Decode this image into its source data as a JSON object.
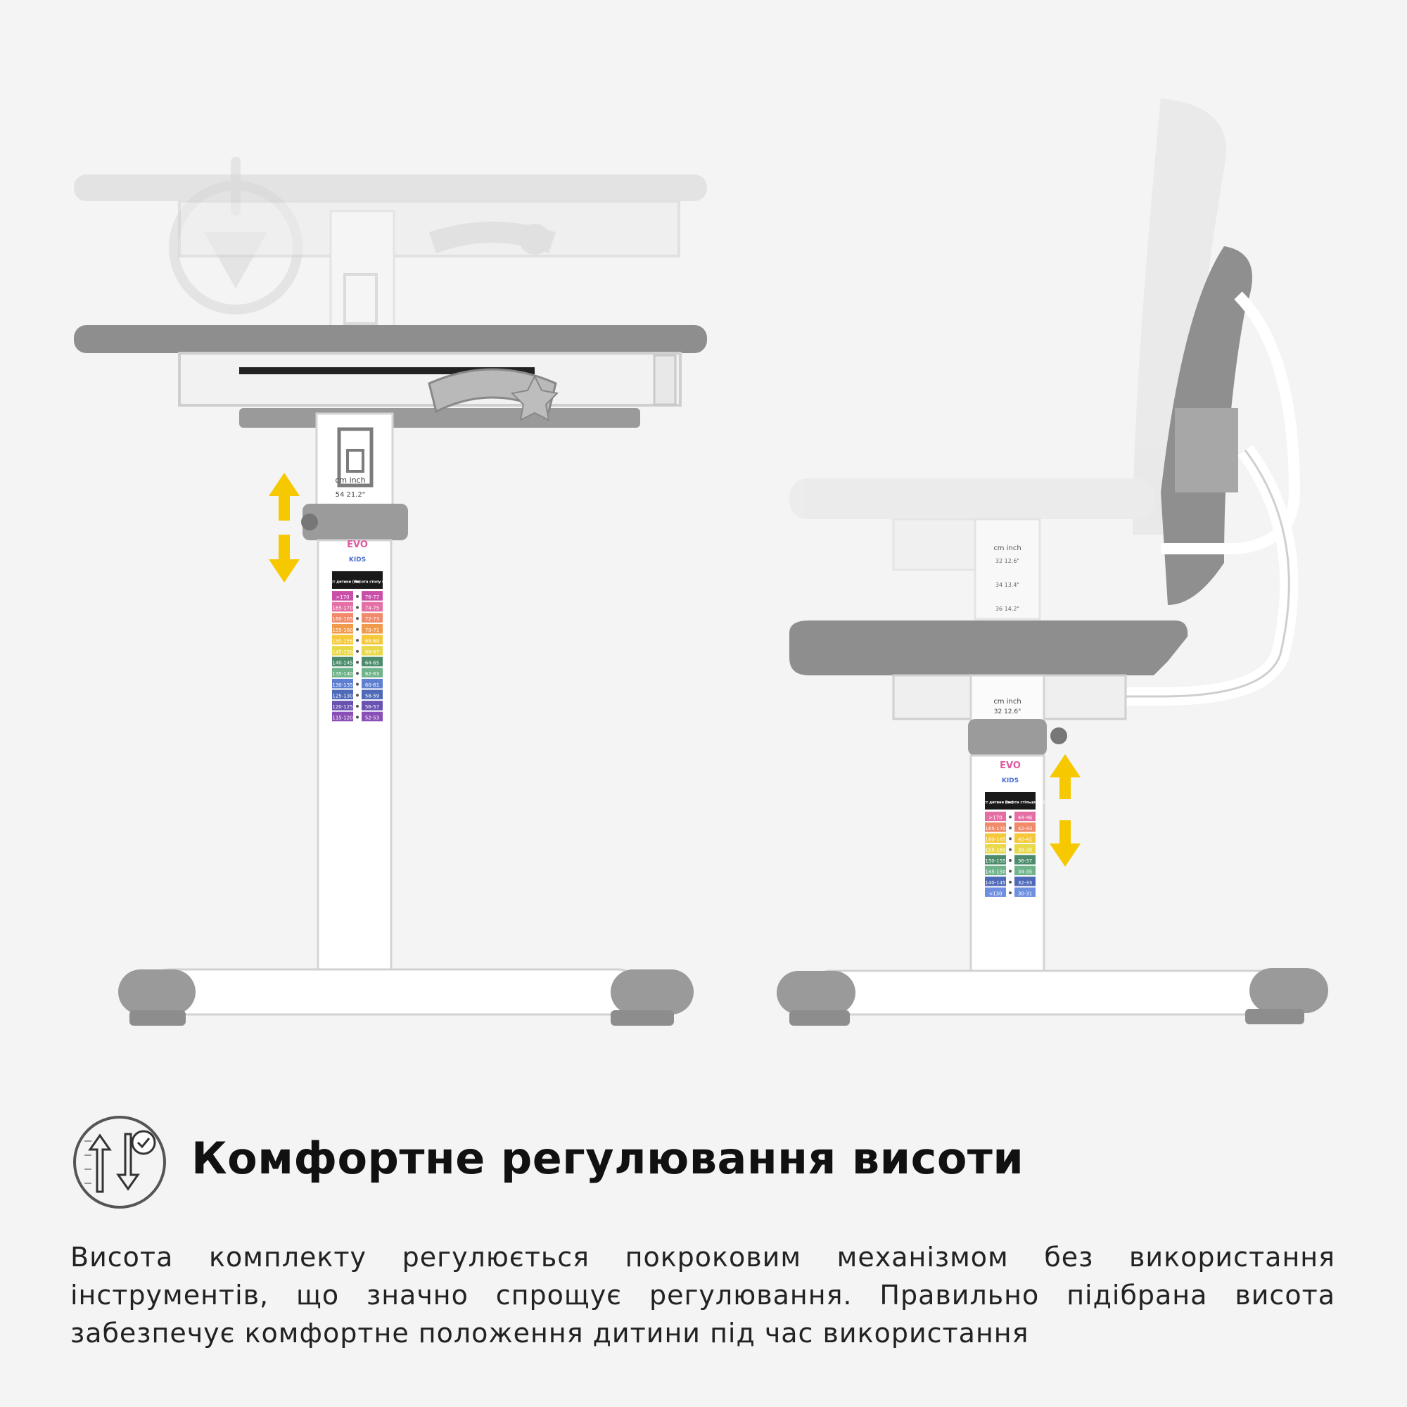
{
  "heading": "Комфортне регулювання висоти",
  "description": "Висота комплекту регулюється покроковим механізмом без використання інструментів, що значно спрощує регулювання. Правильно підібрана висота забезпечує комфортне положення дитини під час використання",
  "icons": {
    "heading": "height-adjust-icon",
    "watermark": "watermark-down-arrow-icon",
    "arrows": "up-down-arrows-icon"
  },
  "colors": {
    "background": "#f4f4f4",
    "accent": "#f6c800",
    "plastic": "#8e8e8e",
    "plastic_light": "#d8d8d8",
    "metal": "#ffffff"
  },
  "desk": {
    "logo": {
      "top": "EVO",
      "bottom": "KIDS"
    },
    "scale_header": {
      "cm": "cm",
      "inch": "inch",
      "value_cm": "54",
      "value_inch": "21.2\""
    },
    "chart_headers": {
      "left": "Зріст дитини (см)",
      "right": "Висота столу (см)"
    },
    "left_ranges": [
      ">170",
      "165-170",
      "160-165",
      "155-160",
      "150-155",
      "145-150",
      "140-145",
      "135-140",
      "130-135",
      "125-130",
      "120-125",
      "115-120"
    ],
    "right_ranges": [
      "76-77",
      "74-75",
      "72-73",
      "70-71",
      "68-69",
      "66-67",
      "64-65",
      "62-63",
      "60-61",
      "58-59",
      "56-57",
      "52-53"
    ],
    "colors": [
      "#c94fa8",
      "#e46fa5",
      "#f08a6a",
      "#f29a4c",
      "#f5c83a",
      "#e9d84a",
      "#4c8c6c",
      "#6fb38a",
      "#5f7fd1",
      "#4f69b9",
      "#6a52b0",
      "#8a4fb6"
    ]
  },
  "chair": {
    "logo": {
      "top": "EVO",
      "bottom": "KIDS"
    },
    "scale_upper": {
      "cm": "cm",
      "inch": "inch",
      "rows": [
        [
          "32",
          "12.6\""
        ],
        [
          "34",
          "13.4\""
        ],
        [
          "36",
          "14.2\""
        ]
      ]
    },
    "scale_lower": {
      "cm": "cm",
      "inch": "inch",
      "value_cm": "32",
      "value_inch": "12.6\""
    },
    "chart_headers": {
      "left": "Зріст дитини (см)",
      "right": "Висота стільця (см)"
    },
    "left_ranges": [
      ">170",
      "165-170",
      "160-165",
      "155-160",
      "150-155",
      "145-150",
      "140-145",
      "<130"
    ],
    "right_ranges": [
      "44-46",
      "42-43",
      "40-41",
      "38-39",
      "36-37",
      "34-35",
      "32-33",
      "30-31"
    ],
    "colors": [
      "#e46fa5",
      "#f08a6a",
      "#f5c83a",
      "#e9d84a",
      "#4c8c6c",
      "#6fb38a",
      "#4f69b9",
      "#6f8fe0"
    ]
  }
}
